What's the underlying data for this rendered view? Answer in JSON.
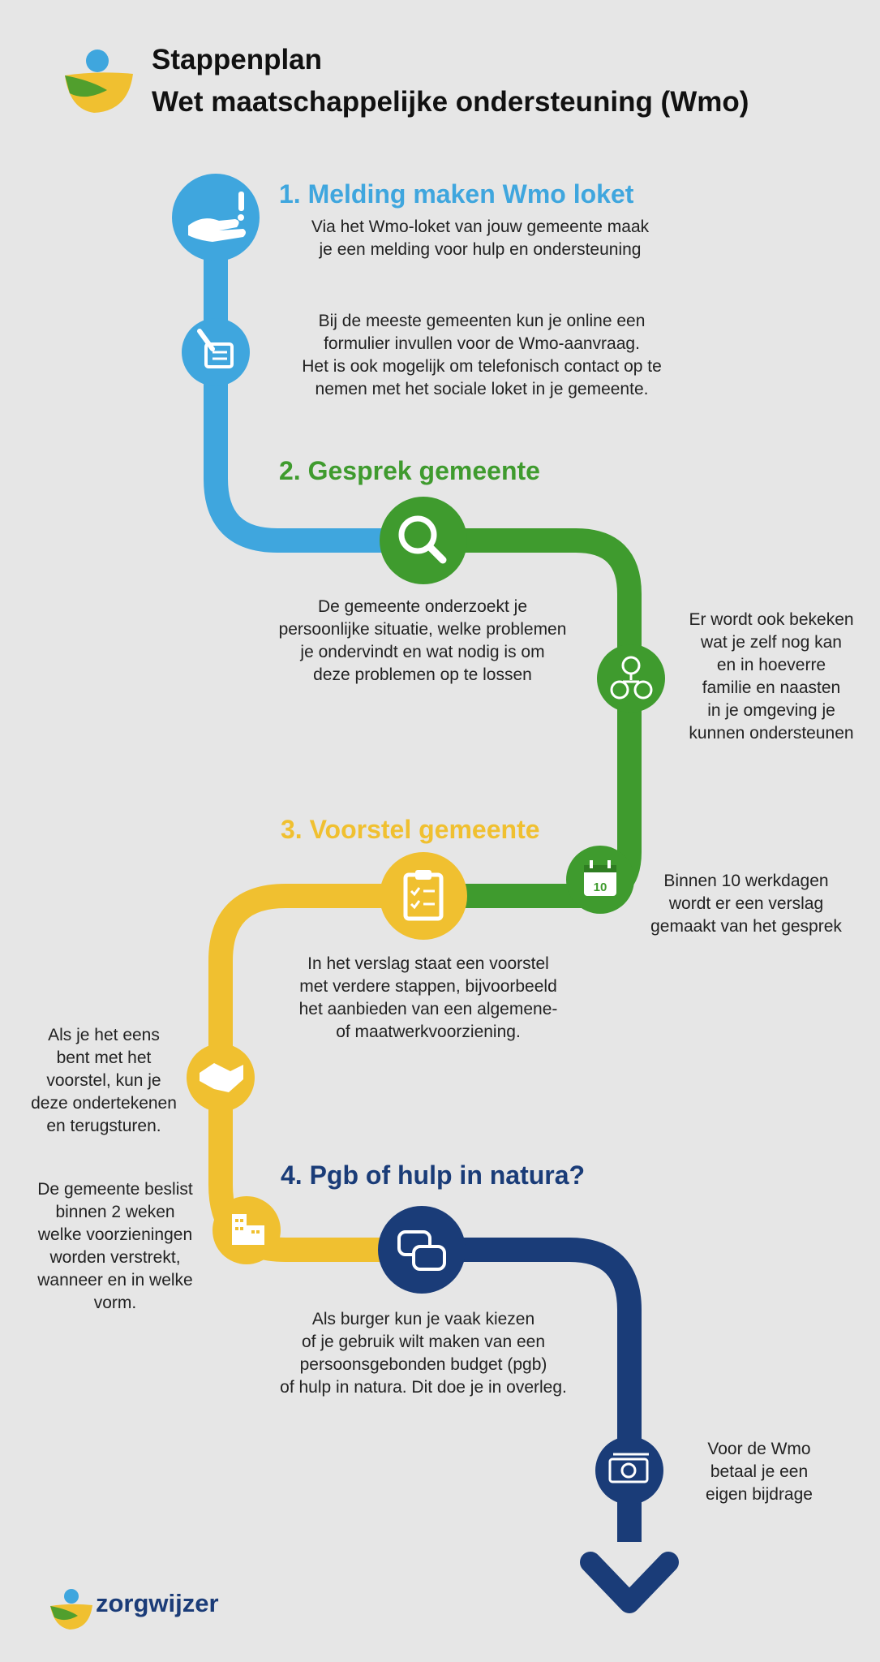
{
  "header": {
    "title_line1": "Stappenplan",
    "title_line2": "Wet maatschappelijke ondersteuning (Wmo)"
  },
  "colors": {
    "blue": "#3fa6de",
    "green": "#3f9b2e",
    "yellow": "#f0c030",
    "navy": "#1a3c78",
    "background": "#e6e6e6"
  },
  "steps": [
    {
      "heading": "1. Melding maken Wmo loket",
      "text": "Via het Wmo-loket van jouw gemeente maak\nje een melding voor hulp en ondersteuning",
      "extra": "Bij de meeste gemeenten kun je online een\nformulier invullen voor de Wmo-aanvraag.\nHet is ook mogelijk om telefonisch contact op te\nnemen met het sociale loket in je gemeente."
    },
    {
      "heading": "2. Gesprek gemeente",
      "text": "De gemeente onderzoekt je\npersoonlijke situatie, welke problemen\nje ondervindt en wat nodig is om\ndeze problemen op te lossen",
      "extra": "Er wordt ook bekeken\nwat je zelf nog kan\nen in hoeverre\nfamilie en naasten\nin je omgeving je\nkunnen ondersteunen",
      "extra2": "Binnen 10 werkdagen\nwordt er een verslag\ngemaakt van het gesprek"
    },
    {
      "heading": "3. Voorstel gemeente",
      "text": "In het verslag staat een voorstel\nmet verdere stappen, bijvoorbeeld\nhet aanbieden van een algemene-\nof maatwerkvoorziening.",
      "extra": "Als je het eens\nbent met het\nvoorstel, kun je\ndeze ondertekenen\nen terugsturen.",
      "extra2": "De gemeente beslist\nbinnen 2 weken\nwelke voorzieningen\nworden verstrekt,\nwanneer en in welke\nvorm."
    },
    {
      "heading": "4. Pgb of hulp in natura?",
      "text": "Als burger kun je vaak kiezen\nof je gebruik wilt maken van een\npersoonsgebonden budget (pgb)\nof hulp in natura. Dit doe je in overleg.",
      "extra": "Voor de Wmo\nbetaal je een\neigen bijdrage"
    }
  ],
  "calendar_day": "10",
  "icons": [
    "hand-alert-icon",
    "form-pen-icon",
    "magnifier-icon",
    "people-network-icon",
    "calendar-icon",
    "clipboard-checklist-icon",
    "handshake-icon",
    "building-icon",
    "chat-bubbles-icon",
    "money-icon",
    "arrow-down-icon"
  ],
  "footer": {
    "brand": "zorgwijzer"
  }
}
